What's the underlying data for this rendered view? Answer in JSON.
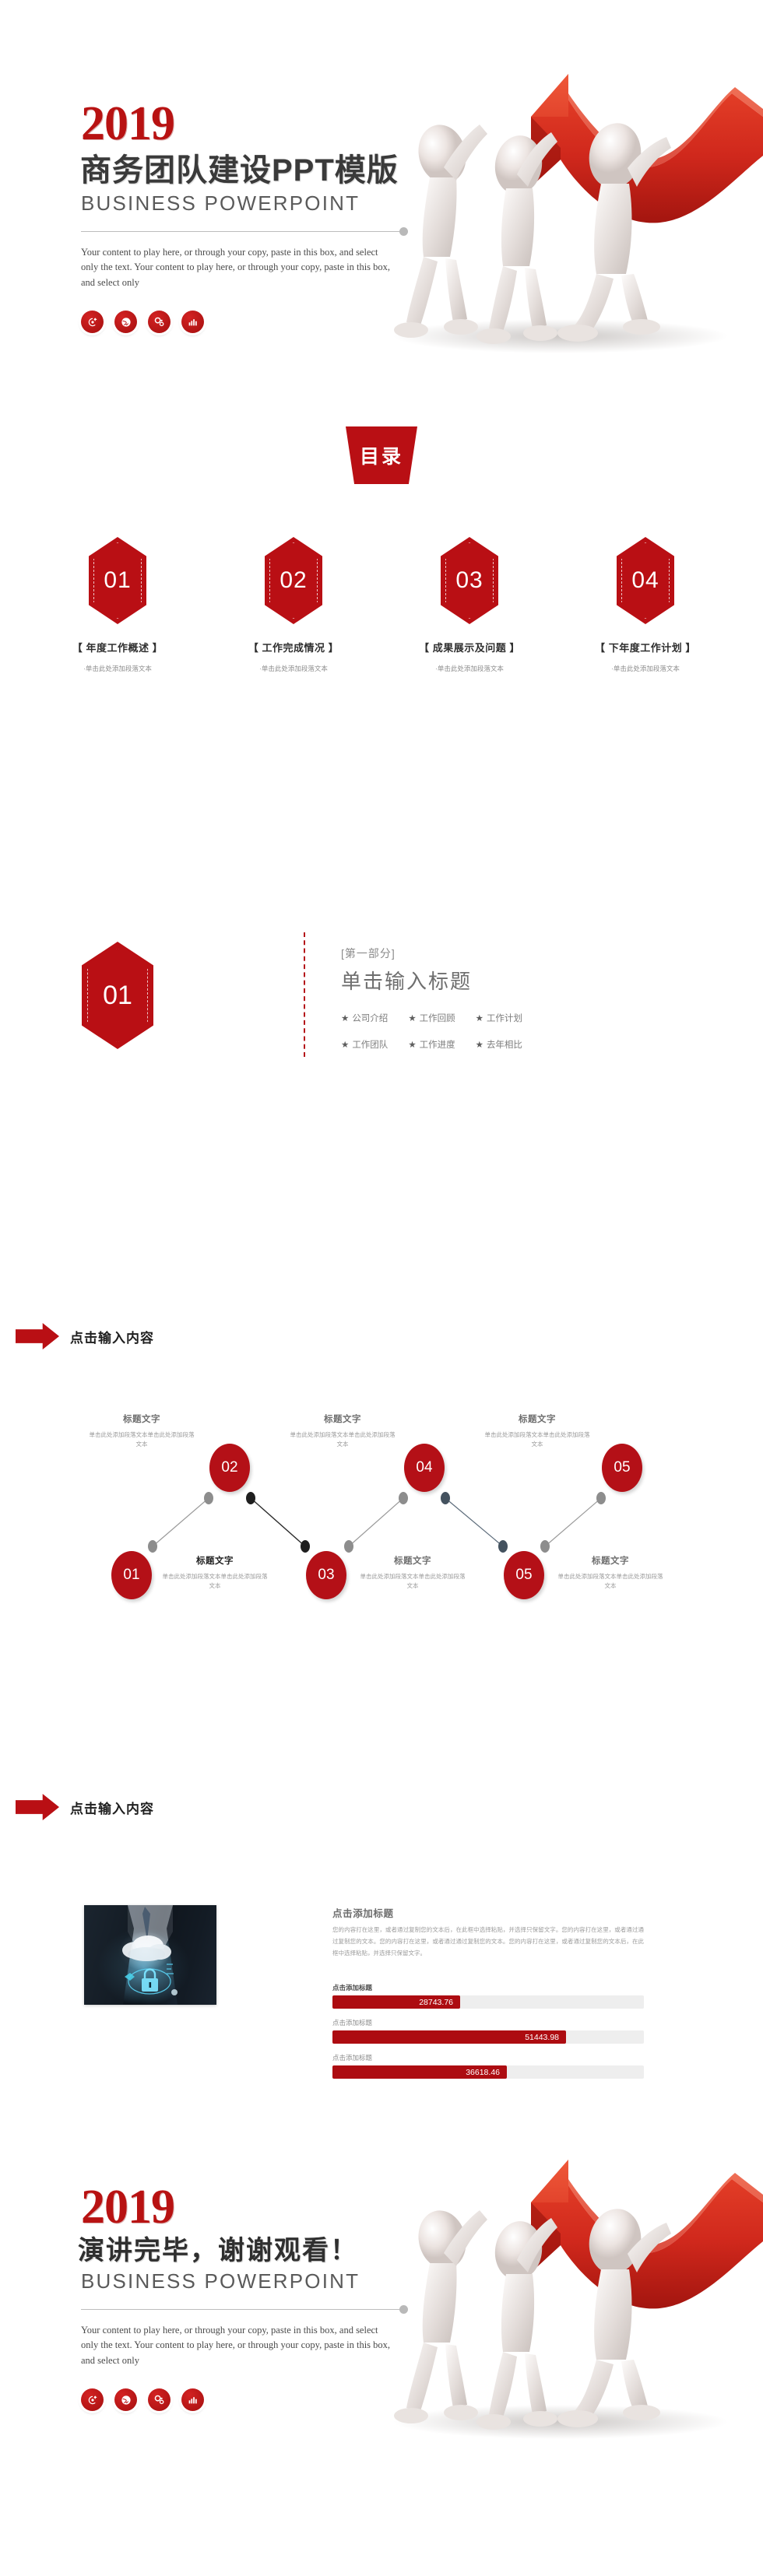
{
  "cover": {
    "year": "2019",
    "title": "商务团队建设PPT模版",
    "subtitle": "BUSINESS POWERPOINT",
    "blurb": "Your content to play here, or through your copy, paste in this box, and select only the text. Your content to play here, or through your copy, paste in this box, and select only",
    "icons": [
      "hand-target-icon",
      "globe-icon",
      "gears-icon",
      "bar-chart-icon"
    ]
  },
  "toc": {
    "banner": "目录",
    "items": [
      {
        "num": "01",
        "label": "【 年度工作概述 】",
        "sub": "·单击此处添加段落文本"
      },
      {
        "num": "02",
        "label": "【 工作完成情况 】",
        "sub": "·单击此处添加段落文本"
      },
      {
        "num": "03",
        "label": "【 成果展示及问题 】",
        "sub": "·单击此处添加段落文本"
      },
      {
        "num": "04",
        "label": "【 下年度工作计划 】",
        "sub": "·单击此处添加段落文本"
      }
    ]
  },
  "divider": {
    "num": "01",
    "eyebrow": "[第一部分]",
    "heading": "单击输入标题",
    "bullets_row1": [
      "公司介绍",
      "工作回顾",
      "工作计划"
    ],
    "bullets_row2": [
      "工作团队",
      "工作进度",
      "去年相比"
    ],
    "star": "★"
  },
  "flow_section": {
    "heading": "点击输入内容",
    "nodes_top": [
      {
        "num": "02",
        "title": "标题文字",
        "body": "单击此处添加段落文本单击此处添加段落文本"
      },
      {
        "num": "04",
        "title": "标题文字",
        "body": "单击此处添加段落文本单击此处添加段落文本"
      },
      {
        "num": "05",
        "title": "标题文字",
        "body": "单击此处添加段落文本单击此处添加段落文本"
      }
    ],
    "nodes_bottom": [
      {
        "num": "01",
        "title": "标题文字",
        "body": "单击此处添加段落文本单击此处添加段落文本"
      },
      {
        "num": "03",
        "title": "标题文字",
        "body": "单击此处添加段落文本单击此处添加段落文本"
      },
      {
        "num": "05",
        "title": "标题文字",
        "body": "单击此处添加段落文本单击此处添加段落文本"
      }
    ]
  },
  "content_section": {
    "heading": "点击输入内容",
    "card_title": "点击添加标题",
    "card_body": "您的内容打在这里，或者通过复制您的文本后，在此框中选择粘贴，并选择只保留文字。您的内容打在这里，或者通过通过复制您的文本。您的内容打在这里，或者通过通过复制您的文本。您的内容打在这里，或者通过复制您的文本后，在此框中选择粘贴，并选择只保留文字。",
    "photo_alt": "businessman-cloud-security-photo"
  },
  "chart_data": {
    "type": "bar",
    "title": "",
    "categories": [
      "点击添加标题",
      "点击添加标题",
      "点击添加标题"
    ],
    "values": [
      28743.76,
      51443.98,
      36618.46
    ],
    "value_labels": [
      "28743.76",
      "51443.98",
      "36618.46"
    ],
    "percents": [
      41,
      75,
      56
    ],
    "orientation": "horizontal",
    "xlabel": "",
    "ylabel": "",
    "xlim": [
      0,
      68000
    ],
    "grid": false,
    "legend": "none",
    "bar_color": "#ad0c11",
    "track_color": "#eeeeee"
  },
  "thanks": {
    "year": "2019",
    "title": "演讲完毕，谢谢观看！",
    "subtitle": "BUSINESS POWERPOINT",
    "blurb": "Your content to play here, or through your copy, paste in this box, and select only the text. Your content to play here, or through your copy, paste in this box, and select only",
    "icons": [
      "hand-target-icon",
      "globe-icon",
      "gears-icon",
      "bar-chart-icon"
    ]
  },
  "colors": {
    "brand_red": "#b90f14",
    "deep_red": "#ad0c11",
    "title_gray": "#3a3a3a",
    "body_gray": "#9a9a9a"
  }
}
